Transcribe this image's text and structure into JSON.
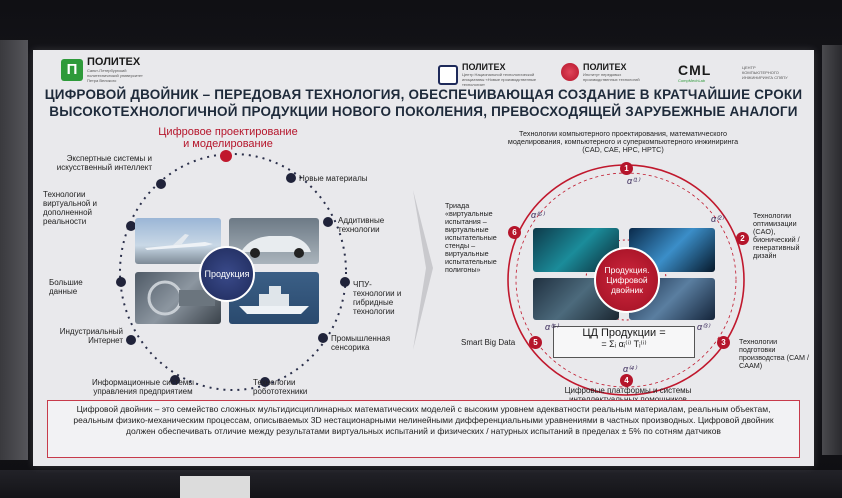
{
  "logos": {
    "politeh_left": {
      "name": "ПОЛИТЕХ",
      "sub": "Санкт-Петербургский политехнический университет Петра Великого"
    },
    "politeh_center": {
      "name": "ПОЛИТЕХ",
      "sub": "Центр Национальной технологической инициативы «Новые производственные технологии»"
    },
    "politeh_right": {
      "name": "ПОЛИТЕХ",
      "sub": "Институт передовых производственных технологий"
    },
    "cml": {
      "name": "CML",
      "sub": "ЦЕНТР КОМПЬЮТЕРНОГО ИНЖИНИРИНГА СПбПУ",
      "sub2": "CompMechLab"
    }
  },
  "title": {
    "line1": "ЦИФРОВОЙ ДВОЙНИК – ПЕРЕДОВАЯ ТЕХНОЛОГИЯ, ОБЕСПЕЧИВАЮЩАЯ СОЗДАНИЕ В КРАТЧАЙШИЕ СРОКИ",
    "line2": "ВЫСОКОТЕХНОЛОГИЧНОЙ ПРОДУКЦИИ НОВОГО ПОКОЛЕНИЯ, ПРЕВОСХОДЯЩЕЙ ЗАРУБЕЖНЫЕ АНАЛОГИ"
  },
  "left_diagram": {
    "top_label_1": "Цифровое проектирование",
    "top_label_2": "и моделирование",
    "center": "Продукция",
    "items": {
      "expert": "Экспертные системы и искусственный интеллект",
      "vr": "Технологии виртуальной и дополненной реальности",
      "bigdata": "Большие данные",
      "iiot": "Индустриальный Интернет",
      "erp": "Информационные системы управления предприятием",
      "materials": "Новые материалы",
      "additive": "Аддитивные технологии",
      "cnc": "ЧПУ-технологии и гибридные технологии",
      "sensors": "Промышленная сенсорика",
      "robotics": "Технологии робототехники"
    }
  },
  "right_diagram": {
    "top_label": "Технологии компьютерного проектирования, математического моделирования, компьютерного и суперкомпьютерного инжиниринга (CAD, CAE, HPC, HPTC)",
    "triad": "Триада «виртуальные испытания – виртуальные испытательные стенды – виртуальные испытательные полигоны»",
    "optimization": "Технологии оптимизации (CAO), бионический / генеративный дизайн",
    "smart_big_data": "Smart Big Data",
    "prep": "Технологии подготовки производства (CAM / CAAM)",
    "platforms": "Цифровые платформы и системы интеллектуальных помощников",
    "center": "Продукция. Цифровой двойник",
    "formula_line1": "ЦД Продукции =",
    "formula_line2": "= Σᵢ αᵢ⁽ⁱ⁾ Tᵢ⁽ⁱ⁾",
    "numbers": [
      "1",
      "2",
      "3",
      "4",
      "5",
      "6"
    ],
    "alphas": [
      "α⁽¹⁾",
      "α⁽²⁾",
      "α⁽³⁾",
      "α⁽⁴⁾",
      "α⁽⁵⁾",
      "α⁽⁶⁾"
    ]
  },
  "definition": "Цифровой двойник – это семейство сложных мультидисциплинарных математических моделей с высоким уровнем адекватности реальным материалам, реальным объектам, реальным физико-механическим процессам, описываемых 3D нестационарными нелинейными дифференциальными уравнениями в частных производных. Цифровой двойник должен обеспечивать отличие между результатами виртуальных испытаний и физических / натурных испытаний в пределах ± 5% по сотням датчиков",
  "colors": {
    "accent": "#b5152b",
    "navy": "#1e2a5a",
    "slide_bg": "#e9e9ec"
  }
}
